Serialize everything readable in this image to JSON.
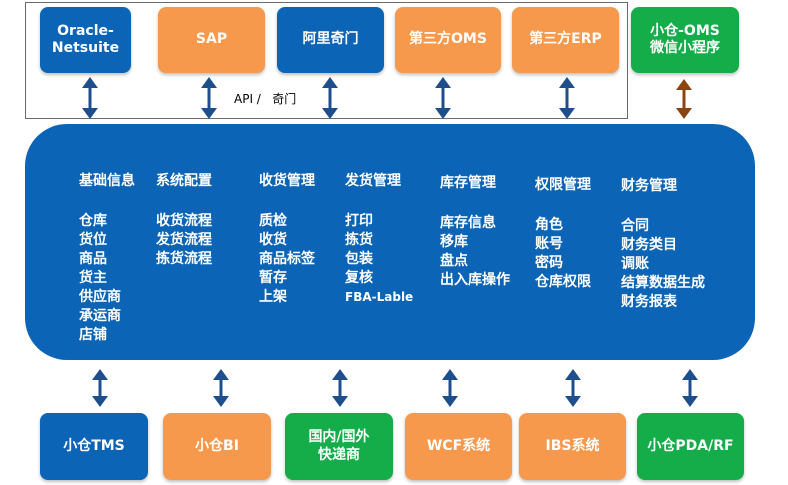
{
  "colors": {
    "blue": "#0B64B5",
    "orange": "#F6994D",
    "green": "#14AD4A",
    "arrow_blue": "#1F4E8C",
    "arrow_brown": "#8B4513"
  },
  "top_boxes": [
    {
      "lines": [
        "Oracle-",
        "Netsuite"
      ],
      "color": "blue"
    },
    {
      "lines": [
        "SAP"
      ],
      "color": "orange"
    },
    {
      "lines": [
        "阿里奇门"
      ],
      "color": "blue"
    },
    {
      "lines": [
        "第三方OMS"
      ],
      "color": "orange"
    },
    {
      "lines": [
        "第三方ERP"
      ],
      "color": "orange"
    },
    {
      "lines": [
        "小仓-OMS",
        "微信小程序"
      ],
      "color": "green"
    }
  ],
  "api_label": "API /   奇门",
  "modules": [
    {
      "header": "基础信息",
      "items": [
        "仓库",
        "货位",
        "商品",
        "货主",
        "供应商",
        "承运商",
        "店铺"
      ]
    },
    {
      "header": "系统配置",
      "items": [
        "收货流程",
        "发货流程",
        "拣货流程"
      ]
    },
    {
      "header": "收货管理",
      "items": [
        "质检",
        "收货",
        "商品标签",
        "暂存",
        "上架"
      ]
    },
    {
      "header": "发货管理",
      "items": [
        "打印",
        "拣货",
        "包装",
        "复核",
        "FBA-Lable"
      ]
    },
    {
      "header": "库存管理",
      "items": [
        "库存信息",
        "移库",
        "盘点",
        "出入库操作"
      ]
    },
    {
      "header": "权限管理",
      "items": [
        "角色",
        "账号",
        "密码",
        "仓库权限"
      ]
    },
    {
      "header": "财务管理",
      "items": [
        "合同",
        "财务类目",
        "调账",
        "结算数据生成",
        "财务报表"
      ]
    }
  ],
  "bottom_boxes": [
    {
      "lines": [
        "小仓TMS"
      ],
      "color": "blue"
    },
    {
      "lines": [
        "小仓BI"
      ],
      "color": "orange"
    },
    {
      "lines": [
        "国内/国外",
        "快递商"
      ],
      "color": "green"
    },
    {
      "lines": [
        "WCF系统"
      ],
      "color": "orange"
    },
    {
      "lines": [
        "IBS系统"
      ],
      "color": "orange"
    },
    {
      "lines": [
        "小仓PDA/RF"
      ],
      "color": "green"
    }
  ]
}
